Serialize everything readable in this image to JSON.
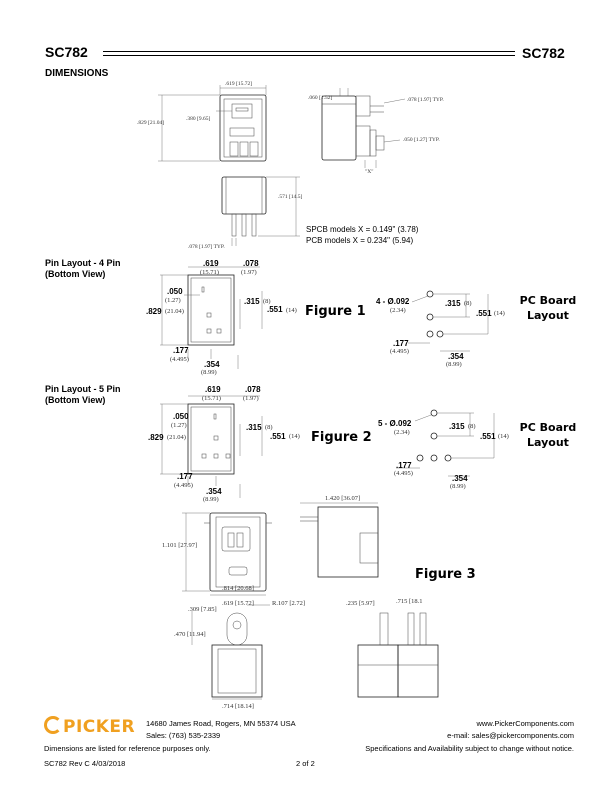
{
  "header": {
    "title_left": "SC782",
    "title_right": "SC782",
    "section": "DIMENSIONS"
  },
  "top_drawing": {
    "dims": {
      "width": ".619 [15.72]",
      "height": ".829 [21.04]",
      "pin_offset": ".380 [9.65]",
      "top_gap": ".060 [1.52]",
      "pin_w": ".078 [1.97] TYP.",
      "pin_t": ".050 [1.27] TYP.",
      "x_label": "\"X\"",
      "side_h": ".571 [14.5]",
      "bottom_w": ".078 [1.97] TYP."
    },
    "notes": [
      "SPCB models X = 0.149\" (3.78)",
      "PCB models X = 0.234\" (5.94)"
    ]
  },
  "figure1": {
    "heading_line1": "Pin Layout - 4 Pin",
    "heading_line2": "(Bottom View)",
    "label": "Figure 1",
    "pcb_line1": "PC Board",
    "pcb_line2": "Layout",
    "dims": {
      "w": ".619",
      "w_mm": "(15.71)",
      "p": ".078",
      "p_mm": "(1.97)",
      "t": ".050",
      "t_mm": "(1.27)",
      "h": ".829",
      "h_mm": "(21.04)",
      "a": ".315",
      "a_mm": "(8)",
      "b": ".551",
      "b_mm": "(14)",
      "c": ".177",
      "c_mm": "(4.495)",
      "d": ".354",
      "d_mm": "(8.99)",
      "holes": "4 - Ø.092",
      "holes_mm": "(2.34)"
    }
  },
  "figure2": {
    "heading_line1": "Pin Layout - 5 Pin",
    "heading_line2": "(Bottom View)",
    "label": "Figure 2",
    "pcb_line1": "PC Board",
    "pcb_line2": "Layout",
    "dims": {
      "w": ".619",
      "w_mm": "(15.71)",
      "p": ".078",
      "p_mm": "(1.97)",
      "t": ".050",
      "t_mm": "(1.27)",
      "h": ".829",
      "h_mm": "(21.04)",
      "a": ".315",
      "a_mm": "(8)",
      "b": ".551",
      "b_mm": "(14)",
      "c": ".177",
      "c_mm": "(4.495)",
      "d": ".354",
      "d_mm": "(8.99)",
      "holes": "5 - Ø.092",
      "holes_mm": "(2.34)"
    }
  },
  "figure3": {
    "label": "Figure 3",
    "dims": {
      "depth": "1.420 [36.07]",
      "height": "1.101 [27.97]",
      "width": ".814 [20.68]",
      "a": ".309 [7.85]",
      "b": ".619 [15.72]",
      "c": "R.107 [2.72]",
      "d": ".470 [11.94]",
      "e": ".714 [18.14]",
      "f": ".235 [5.97]",
      "g": ".715 [18.1"
    }
  },
  "footer": {
    "logo": "PICKER",
    "address": "14680 James Road, Rogers, MN 55374 USA",
    "sales": "Sales: (763) 535-2339",
    "website": "www.PickerComponents.com",
    "email": "e-mail: sales@pickercomponents.com",
    "disclaimer_left": "Dimensions are listed for reference purposes only.",
    "disclaimer_right": "Specifications and Availability subject to change without notice.",
    "revision": "SC782 Rev C 4/03/2018",
    "page": "2 of 2"
  }
}
